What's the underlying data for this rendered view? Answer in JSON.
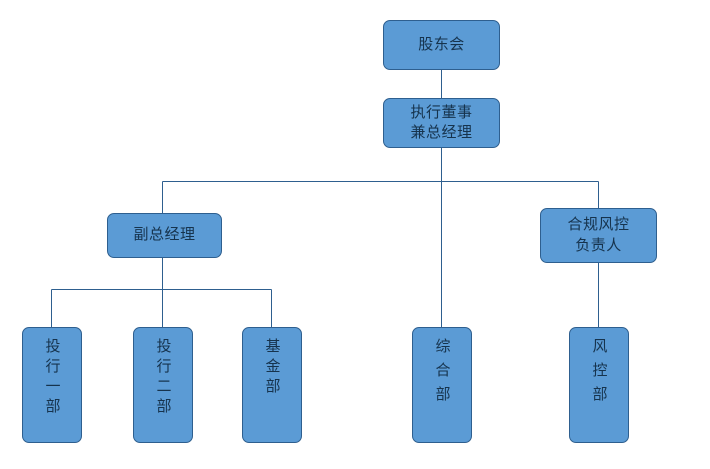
{
  "chart_data": {
    "type": "diagram",
    "diagram_type": "organizational-chart",
    "title": "",
    "orientation": "top-down",
    "theme": {
      "node_fill": "#5B9BD5",
      "node_border": "#2E5F8F",
      "connector_color": "#2E5F8F",
      "text_color": "#16334D",
      "background": "#FFFFFF"
    },
    "nodes": [
      {
        "id": "shareholders",
        "label": "股东会",
        "level": 0,
        "text_direction": "horizontal"
      },
      {
        "id": "exec-director",
        "label": "执行董事兼总经理",
        "lines": [
          "执行董事",
          "兼总经理"
        ],
        "level": 1,
        "text_direction": "horizontal"
      },
      {
        "id": "deputy-gm",
        "label": "副总经理",
        "level": 2,
        "text_direction": "horizontal"
      },
      {
        "id": "compliance-head",
        "label": "合规风控负责人",
        "lines": [
          "合规风控",
          "负责人"
        ],
        "level": 2,
        "text_direction": "horizontal"
      },
      {
        "id": "ib-dept-1",
        "label": "投行一部",
        "level": 3,
        "text_direction": "vertical"
      },
      {
        "id": "ib-dept-2",
        "label": "投行二部",
        "level": 3,
        "text_direction": "vertical"
      },
      {
        "id": "fund-dept",
        "label": "基金部",
        "level": 3,
        "text_direction": "vertical"
      },
      {
        "id": "general-dept",
        "label": "综合部",
        "level": 3,
        "text_direction": "vertical"
      },
      {
        "id": "risk-dept",
        "label": "风控部",
        "level": 3,
        "text_direction": "vertical"
      }
    ],
    "edges": [
      {
        "from": "shareholders",
        "to": "exec-director"
      },
      {
        "from": "exec-director",
        "to": "deputy-gm"
      },
      {
        "from": "exec-director",
        "to": "compliance-head"
      },
      {
        "from": "exec-director",
        "to": "general-dept"
      },
      {
        "from": "deputy-gm",
        "to": "ib-dept-1"
      },
      {
        "from": "deputy-gm",
        "to": "ib-dept-2"
      },
      {
        "from": "deputy-gm",
        "to": "fund-dept"
      },
      {
        "from": "compliance-head",
        "to": "risk-dept"
      }
    ]
  },
  "chart": {
    "nodes": {
      "shareholders": {
        "label": "股东会"
      },
      "exec_director": {
        "line1": "执行董事",
        "line2": "兼总经理"
      },
      "deputy_gm": {
        "label": "副总经理"
      },
      "compliance_head": {
        "line1": "合规风控",
        "line2": "负责人"
      },
      "ib_dept_1": {
        "label": "投行一部"
      },
      "ib_dept_2": {
        "label": "投行二部"
      },
      "fund_dept": {
        "label": "基金部"
      },
      "general_dept": {
        "label": "综合部"
      },
      "risk_dept": {
        "label": "风控部"
      }
    }
  }
}
